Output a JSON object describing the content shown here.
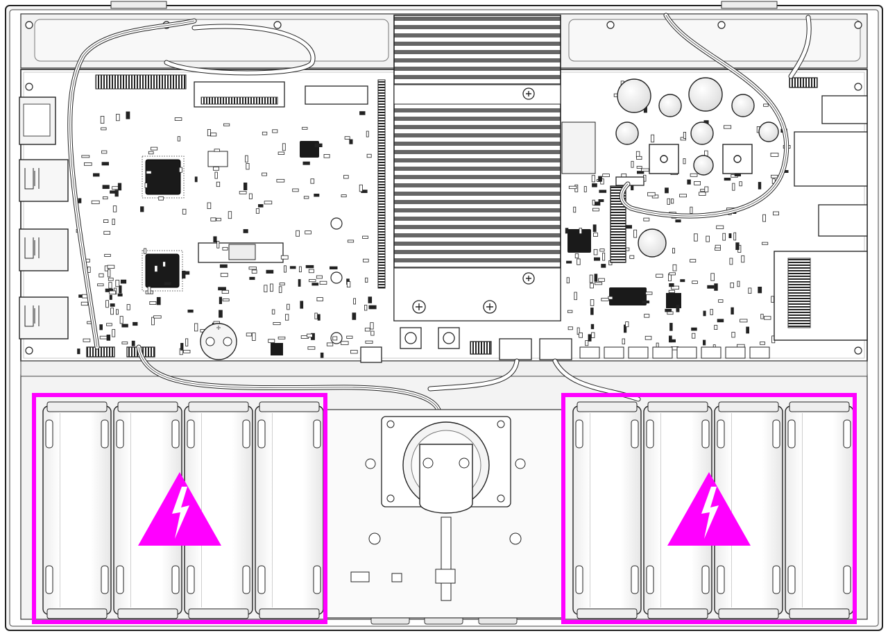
{
  "diagram": {
    "colors": {
      "background": "#ffffff",
      "chassis": "#f4f4f4",
      "line": "#222222",
      "light_line": "#9a9a9a",
      "chip": "#1a1a1a",
      "heatsink_fin": "#555555",
      "battery": "#fbfbfb",
      "warning_highlight": "#ff00ff"
    },
    "components": [
      {
        "name": "enclosure-chassis",
        "kind": "enclosure"
      },
      {
        "name": "main-circuit-board",
        "kind": "pcb"
      },
      {
        "name": "cpu-heatsink",
        "kind": "heatsink"
      },
      {
        "name": "ribbon-cable-harness",
        "kind": "cable"
      },
      {
        "name": "usb-ports",
        "kind": "connector",
        "count": 3
      },
      {
        "name": "ethernet-port",
        "kind": "connector"
      },
      {
        "name": "coin-cell-holder",
        "kind": "battery-holder"
      },
      {
        "name": "power-inductors",
        "kind": "power"
      },
      {
        "name": "sd-card-slot",
        "kind": "connector"
      },
      {
        "name": "speaker-unit",
        "kind": "speaker"
      },
      {
        "name": "battery-pack-left",
        "kind": "battery-bank",
        "cells": 4
      },
      {
        "name": "battery-pack-right",
        "kind": "battery-bank",
        "cells": 4
      }
    ],
    "warnings": [
      {
        "name": "left-battery-pack-warning",
        "icon": "high-voltage-warning-icon",
        "target": "battery-pack-left"
      },
      {
        "name": "right-battery-pack-warning",
        "icon": "high-voltage-warning-icon",
        "target": "battery-pack-right"
      }
    ]
  }
}
